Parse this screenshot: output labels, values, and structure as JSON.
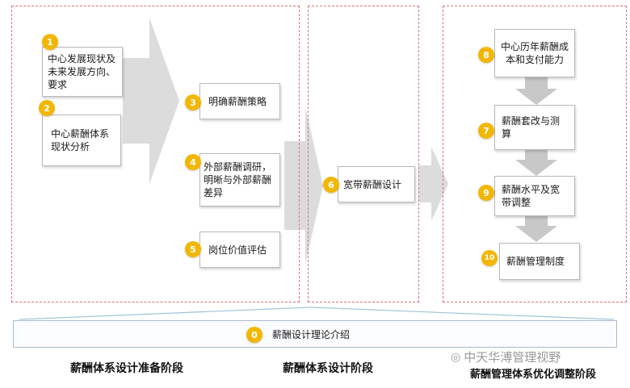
{
  "stages": {
    "s1": "薪酬体系设计准备阶段",
    "s2": "薪酬体系设计阶段",
    "s3": "薪酬管理体系优化调整阶段"
  },
  "steps": [
    {
      "num": "1",
      "text": "中心发展现状及未来发展方向、要求"
    },
    {
      "num": "2",
      "text": "中心薪酬体系现状分析"
    },
    {
      "num": "3",
      "text": "明确薪酬策略"
    },
    {
      "num": "4",
      "text": "外部薪酬调研，明晰与外部薪酬差异"
    },
    {
      "num": "5",
      "text": "岗位价值评估"
    },
    {
      "num": "6",
      "text": "宽带薪酬设计"
    },
    {
      "num": "8",
      "text": "中心历年薪酬成本和支付能力"
    },
    {
      "num": "7",
      "text": "薪酬套改与测算"
    },
    {
      "num": "9",
      "text": "薪酬水平及宽带调整"
    },
    {
      "num": "10",
      "text": "薪酬管理制度"
    }
  ],
  "foundation": {
    "num": "0",
    "text": "薪酬设计理论介绍"
  },
  "watermark": "中天华溥管理视野",
  "colors": {
    "badge": "#f2b705",
    "dashed_border": "#e0707a",
    "arrow": "#d6d6d6"
  }
}
